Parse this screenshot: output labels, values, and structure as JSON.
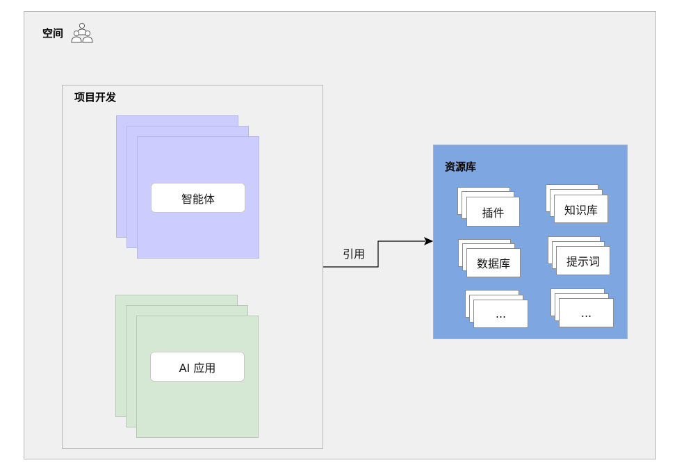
{
  "space": {
    "title": "空间",
    "icon": "users-group-icon"
  },
  "project": {
    "title": "项目开发",
    "agent_label": "智能体",
    "app_label": "AI 应用"
  },
  "connector": {
    "label": "引用"
  },
  "repository": {
    "title": "资源库",
    "items": [
      "插件",
      "知识库",
      "数据库",
      "提示词",
      "...",
      "..."
    ]
  },
  "colors": {
    "space_bg": "#f0f0f0",
    "agent_stack": "#ccccff",
    "app_stack": "#d5e8d4",
    "repository_bg": "#7ea6e0"
  }
}
